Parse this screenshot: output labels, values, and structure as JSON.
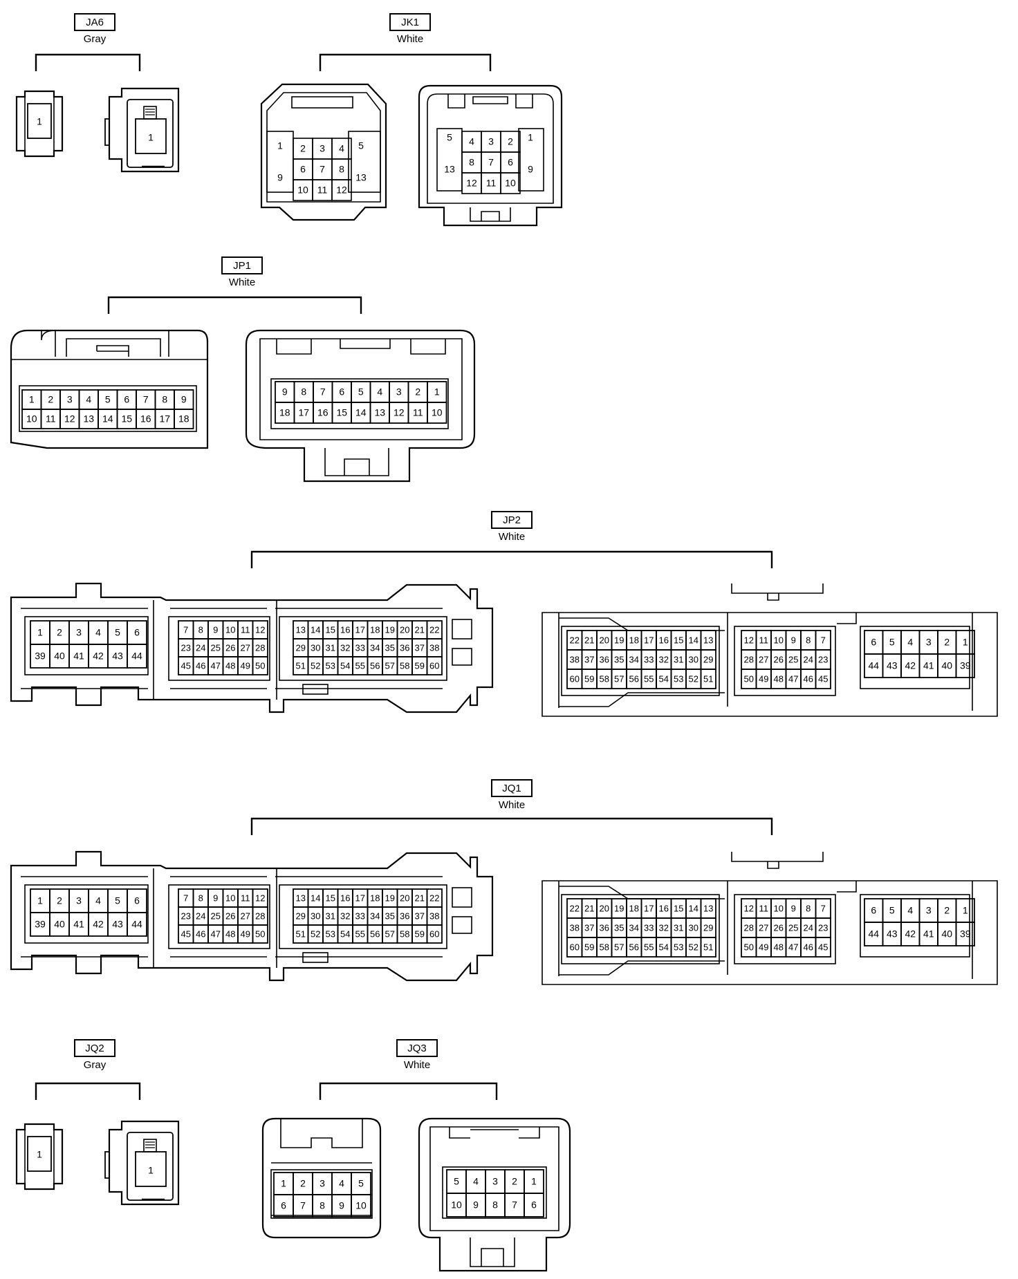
{
  "connectors": [
    {
      "id": "JA6",
      "color": "Gray",
      "views": [
        {
          "rows": [
            [
              "1"
            ]
          ]
        },
        {
          "rows": [
            [
              "1"
            ]
          ]
        }
      ]
    },
    {
      "id": "JK1",
      "color": "White",
      "views": [
        {
          "rows": [
            [
              "1",
              "2",
              "3",
              "4",
              "5"
            ],
            [
              "9",
              "6",
              "7",
              "8",
              "13"
            ],
            [
              "10",
              "11",
              "12"
            ]
          ]
        },
        {
          "rows": [
            [
              "5",
              "4",
              "3",
              "2",
              "1"
            ],
            [
              "13",
              "8",
              "7",
              "6",
              "9"
            ],
            [
              "12",
              "11",
              "10"
            ]
          ]
        }
      ]
    },
    {
      "id": "JP1",
      "color": "White",
      "views": [
        {
          "rows": [
            [
              "1",
              "2",
              "3",
              "4",
              "5",
              "6",
              "7",
              "8",
              "9"
            ],
            [
              "10",
              "11",
              "12",
              "13",
              "14",
              "15",
              "16",
              "17",
              "18"
            ]
          ]
        },
        {
          "rows": [
            [
              "9",
              "8",
              "7",
              "6",
              "5",
              "4",
              "3",
              "2",
              "1"
            ],
            [
              "18",
              "17",
              "16",
              "15",
              "14",
              "13",
              "12",
              "11",
              "10"
            ]
          ]
        }
      ]
    },
    {
      "id": "JP2",
      "color": "White",
      "views": [
        {
          "blocks": [
            {
              "rows": [
                [
                  "1",
                  "2",
                  "3",
                  "4",
                  "5",
                  "6"
                ],
                [
                  "39",
                  "40",
                  "41",
                  "42",
                  "43",
                  "44"
                ]
              ]
            },
            {
              "rows": [
                [
                  "7",
                  "8",
                  "9",
                  "10",
                  "11",
                  "12"
                ],
                [
                  "23",
                  "24",
                  "25",
                  "26",
                  "27",
                  "28"
                ],
                [
                  "45",
                  "46",
                  "47",
                  "48",
                  "49",
                  "50"
                ]
              ]
            },
            {
              "rows": [
                [
                  "13",
                  "14",
                  "15",
                  "16",
                  "17",
                  "18",
                  "19",
                  "20",
                  "21",
                  "22"
                ],
                [
                  "29",
                  "30",
                  "31",
                  "32",
                  "33",
                  "34",
                  "35",
                  "36",
                  "37",
                  "38"
                ],
                [
                  "51",
                  "52",
                  "53",
                  "54",
                  "55",
                  "56",
                  "57",
                  "58",
                  "59",
                  "60"
                ]
              ]
            }
          ]
        },
        {
          "blocks": [
            {
              "rows": [
                [
                  "22",
                  "21",
                  "20",
                  "19",
                  "18",
                  "17",
                  "16",
                  "15",
                  "14",
                  "13"
                ],
                [
                  "38",
                  "37",
                  "36",
                  "35",
                  "34",
                  "33",
                  "32",
                  "31",
                  "30",
                  "29"
                ],
                [
                  "60",
                  "59",
                  "58",
                  "57",
                  "56",
                  "55",
                  "54",
                  "53",
                  "52",
                  "51"
                ]
              ]
            },
            {
              "rows": [
                [
                  "12",
                  "11",
                  "10",
                  "9",
                  "8",
                  "7"
                ],
                [
                  "28",
                  "27",
                  "26",
                  "25",
                  "24",
                  "23"
                ],
                [
                  "50",
                  "49",
                  "48",
                  "47",
                  "46",
                  "45"
                ]
              ]
            },
            {
              "rows": [
                [
                  "6",
                  "5",
                  "4",
                  "3",
                  "2",
                  "1"
                ],
                [
                  "44",
                  "43",
                  "42",
                  "41",
                  "40",
                  "39"
                ]
              ]
            }
          ]
        }
      ]
    },
    {
      "id": "JQ1",
      "color": "White",
      "views": [
        {
          "blocks": [
            {
              "rows": [
                [
                  "1",
                  "2",
                  "3",
                  "4",
                  "5",
                  "6"
                ],
                [
                  "39",
                  "40",
                  "41",
                  "42",
                  "43",
                  "44"
                ]
              ]
            },
            {
              "rows": [
                [
                  "7",
                  "8",
                  "9",
                  "10",
                  "11",
                  "12"
                ],
                [
                  "23",
                  "24",
                  "25",
                  "26",
                  "27",
                  "28"
                ],
                [
                  "45",
                  "46",
                  "47",
                  "48",
                  "49",
                  "50"
                ]
              ]
            },
            {
              "rows": [
                [
                  "13",
                  "14",
                  "15",
                  "16",
                  "17",
                  "18",
                  "19",
                  "20",
                  "21",
                  "22"
                ],
                [
                  "29",
                  "30",
                  "31",
                  "32",
                  "33",
                  "34",
                  "35",
                  "36",
                  "37",
                  "38"
                ],
                [
                  "51",
                  "52",
                  "53",
                  "54",
                  "55",
                  "56",
                  "57",
                  "58",
                  "59",
                  "60"
                ]
              ]
            }
          ]
        },
        {
          "blocks": [
            {
              "rows": [
                [
                  "22",
                  "21",
                  "20",
                  "19",
                  "18",
                  "17",
                  "16",
                  "15",
                  "14",
                  "13"
                ],
                [
                  "38",
                  "37",
                  "36",
                  "35",
                  "34",
                  "33",
                  "32",
                  "31",
                  "30",
                  "29"
                ],
                [
                  "60",
                  "59",
                  "58",
                  "57",
                  "56",
                  "55",
                  "54",
                  "53",
                  "52",
                  "51"
                ]
              ]
            },
            {
              "rows": [
                [
                  "12",
                  "11",
                  "10",
                  "9",
                  "8",
                  "7"
                ],
                [
                  "28",
                  "27",
                  "26",
                  "25",
                  "24",
                  "23"
                ],
                [
                  "50",
                  "49",
                  "48",
                  "47",
                  "46",
                  "45"
                ]
              ]
            },
            {
              "rows": [
                [
                  "6",
                  "5",
                  "4",
                  "3",
                  "2",
                  "1"
                ],
                [
                  "44",
                  "43",
                  "42",
                  "41",
                  "40",
                  "39"
                ]
              ]
            }
          ]
        }
      ]
    },
    {
      "id": "JQ2",
      "color": "Gray",
      "views": [
        {
          "rows": [
            [
              "1"
            ]
          ]
        },
        {
          "rows": [
            [
              "1"
            ]
          ]
        }
      ]
    },
    {
      "id": "JQ3",
      "color": "White",
      "views": [
        {
          "rows": [
            [
              "1",
              "2",
              "3",
              "4",
              "5"
            ],
            [
              "6",
              "7",
              "8",
              "9",
              "10"
            ]
          ]
        },
        {
          "rows": [
            [
              "5",
              "4",
              "3",
              "2",
              "1"
            ],
            [
              "10",
              "9",
              "8",
              "7",
              "6"
            ]
          ]
        }
      ]
    }
  ]
}
